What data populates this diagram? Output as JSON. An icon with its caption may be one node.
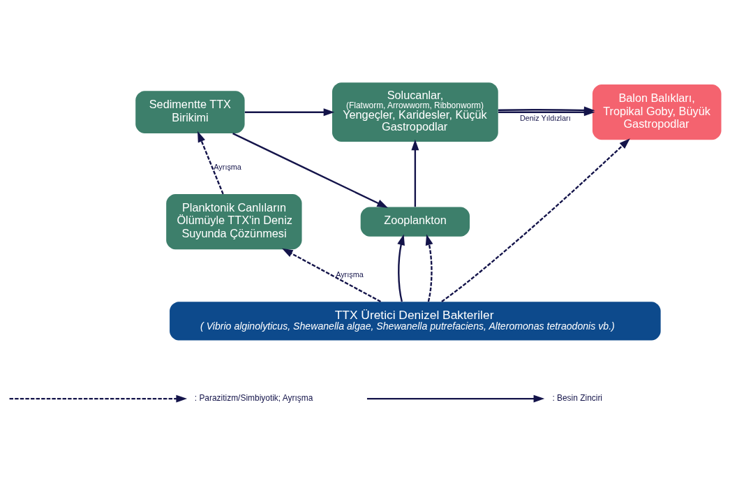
{
  "diagram": {
    "nodes": [
      {
        "text": [
          "Sedimentte TTX Birikimi"
        ]
      },
      {
        "text": [
          "Solucanlar,",
          "(Flatworm, Arrowworm, Ribbonworm)",
          "Yengeçler, Karidesler, Küçük Gastropodlar"
        ]
      },
      {
        "text": [
          "Balon Balıkları, Tropikal Goby, Büyük Gastropodlar"
        ]
      },
      {
        "text": [
          "Planktonik Canlıların Ölümüyle TTX'in Deniz Suyunda Çözünmesi"
        ]
      },
      {
        "text": [
          "Zooplankton"
        ]
      },
      {
        "text": [
          "TTX Üretici Denizel Bakteriler",
          "( Vibrio alginolyticus, Shewanella algae, Shewanella putrefaciens, Alteromonas tetraodonis vb.)"
        ]
      }
    ],
    "edges": [
      {
        "from": 0,
        "to": 1,
        "arrow": "to"
      },
      {
        "from": 0,
        "to": 4,
        "arrow": "to"
      },
      {
        "from": 1,
        "to": 2,
        "arrow": "to"
      },
      {
        "from": 1,
        "to": 2,
        "arrow": "to",
        "label": "Deniz Yıldızları"
      },
      {
        "from": 3,
        "to": 0,
        "arrow": "to",
        "style": "dashed",
        "label": "Ayrışma"
      },
      {
        "from": 4,
        "to": 1,
        "arrow": "to"
      },
      {
        "from": 5,
        "to": 3,
        "arrow": "to",
        "style": "dashed",
        "label": "Ayrışma"
      },
      {
        "from": 5,
        "to": 4,
        "arrow": "to"
      },
      {
        "from": 5,
        "to": 4,
        "arrow": "to",
        "style": "dashed"
      },
      {
        "from": 5,
        "to": 2,
        "arrow": "to",
        "style": "dashed"
      }
    ],
    "legend": [
      {
        "text": ": Parazitizm/Simbiyotik; Ayrışma"
      },
      {
        "text": ": Besin Zinciri"
      }
    ]
  }
}
